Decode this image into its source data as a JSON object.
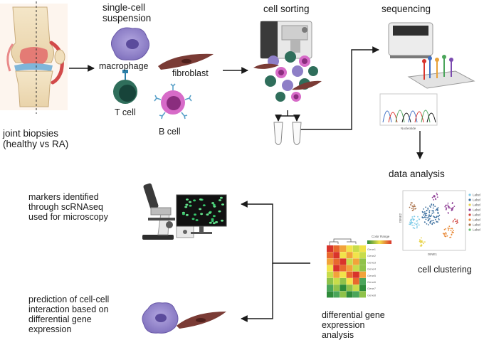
{
  "steps": {
    "biopsy": {
      "line1": "joint biopsies",
      "line2": "(healthy vs RA)"
    },
    "suspension": {
      "line1": "single-cell",
      "line2": "suspension"
    },
    "sorting": {
      "label": "cell sorting"
    },
    "sequencing": {
      "label": "sequencing"
    },
    "analysis": {
      "label": "data analysis"
    },
    "clustering": {
      "label": "cell clustering"
    },
    "diffexp": {
      "line1": "differential gene",
      "line2": "expression",
      "line3": "analysis"
    },
    "microscopy": {
      "line1": "markers identified",
      "line2": "through scRNAseq",
      "line3": "used for microscopy"
    },
    "interaction": {
      "line1": "prediction of cell-cell",
      "line2": "interaction based on",
      "line3": "differential gene",
      "line4": "expression"
    }
  },
  "cells": {
    "macrophage": "macrophage",
    "fibroblast": "fibroblast",
    "tcell": "T cell",
    "bcell": "B cell"
  },
  "chromatogram": {
    "xlabel": "Nucleotide"
  },
  "tsne": {
    "xlabel": "tSNE1",
    "ylabel": "tSNE2",
    "legend": [
      "Label",
      "Label",
      "Label",
      "Label",
      "Label",
      "Label",
      "Label",
      "Label"
    ],
    "legend_colors": [
      "#7ecbe8",
      "#3b6e9e",
      "#e8d34a",
      "#8f3f96",
      "#d0413c",
      "#e98b3a",
      "#a9714a",
      "#6cbf72"
    ]
  },
  "heatmap": {
    "legend_title": "Color Range",
    "row_labels": [
      "Gene1",
      "Gene2",
      "Gene3",
      "Gene4",
      "Gene5",
      "Gene6",
      "Gene7",
      "Gene8"
    ]
  },
  "colors": {
    "macrophage": "#8e7fc7",
    "fibroblast": "#7a3b35",
    "tcell": "#2f6e5b",
    "bcell": "#d76bc8",
    "arrow": "#1a1a1a"
  }
}
